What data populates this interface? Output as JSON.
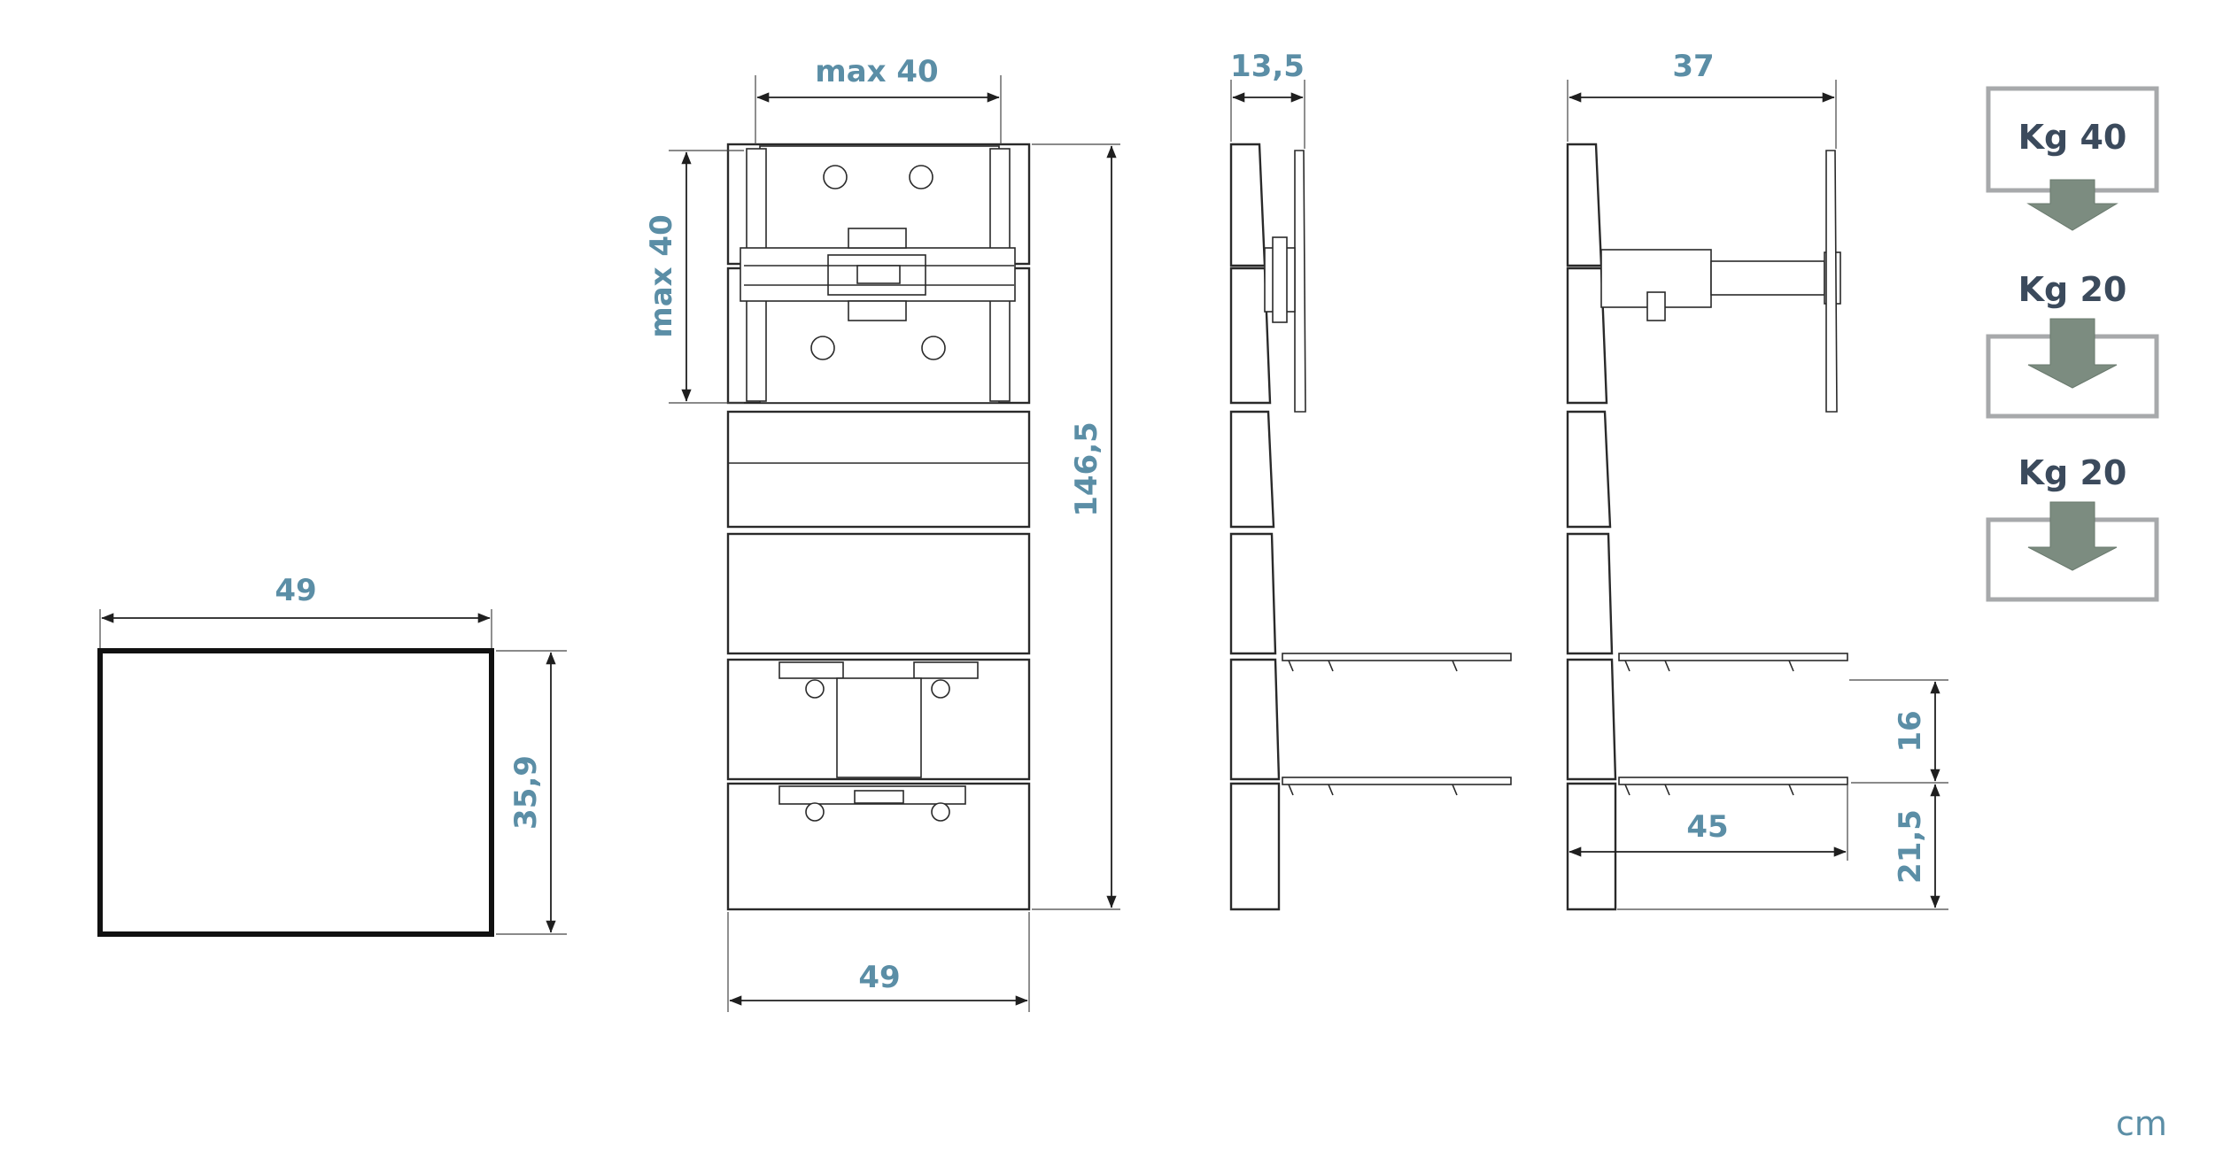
{
  "dimensions": {
    "tv_width": "49",
    "tv_height": "35,9",
    "vesa_width": "max 40",
    "vesa_height": "max 40",
    "total_height": "146,5",
    "base_width": "49",
    "side_depth": "13,5",
    "arm_depth": "37",
    "shelf_depth": "45",
    "shelf_spacing": "16",
    "shelf_bottom": "21,5"
  },
  "load_capacity": [
    {
      "label": "Kg 40"
    },
    {
      "label": "Kg 20"
    },
    {
      "label": "Kg 20"
    }
  ],
  "unit": "cm",
  "colors": {
    "dimension_text": "#5b8ea6",
    "load_text": "#3b4a5c",
    "load_arrow": "#7c8c80",
    "load_box": "#a7a9ab"
  }
}
